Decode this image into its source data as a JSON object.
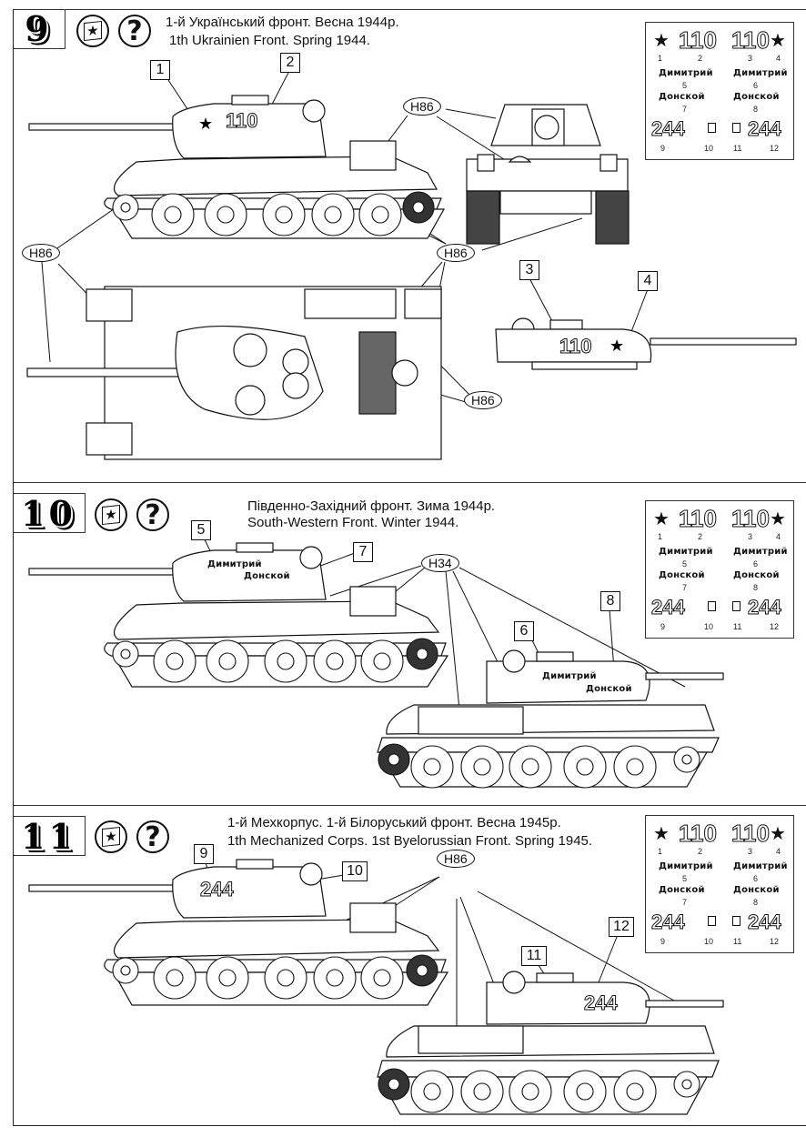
{
  "sections": [
    {
      "number": "9",
      "title_ua": "1-й Український фронт. Весна 1944р.",
      "title_en": "1th Ukrainien Front. Spring 1944.",
      "paint_label": "H86",
      "callouts": [
        "1",
        "2",
        "3",
        "4"
      ],
      "turret_markings": {
        "left_number": "110",
        "right_number": "110"
      }
    },
    {
      "number": "10",
      "title_ua": "Південно-Західний фронт. Зима 1944р.",
      "title_en": "South-Western Front. Winter 1944.",
      "paint_label": "H34",
      "callouts": [
        "5",
        "7",
        "6",
        "8"
      ],
      "turret_markings": {
        "line1": "Димитрий",
        "line2": "Донской"
      }
    },
    {
      "number": "11",
      "title_ua": "1-й Мехкорпус. 1-й Білоруський фронт. Весна 1945р.",
      "title_en": "1th Mechanized Corps.  1st Byelorussian Front. Spring 1945.",
      "paint_label": "H86",
      "callouts": [
        "9",
        "10",
        "11",
        "12"
      ],
      "turret_markings": {
        "left_number": "244",
        "right_number": "244"
      }
    }
  ],
  "icons": {
    "flag_star": "★",
    "question": "?"
  },
  "decal_sheet": {
    "star": "★",
    "n110": "110",
    "n244": "244",
    "name1": "Димитрий",
    "name2": "Донской",
    "labels": [
      "1",
      "2",
      "3",
      "4",
      "5",
      "6",
      "7",
      "8",
      "9",
      "10",
      "11",
      "12"
    ]
  },
  "colors": {
    "ink": "#111111",
    "paper": "#ffffff"
  }
}
